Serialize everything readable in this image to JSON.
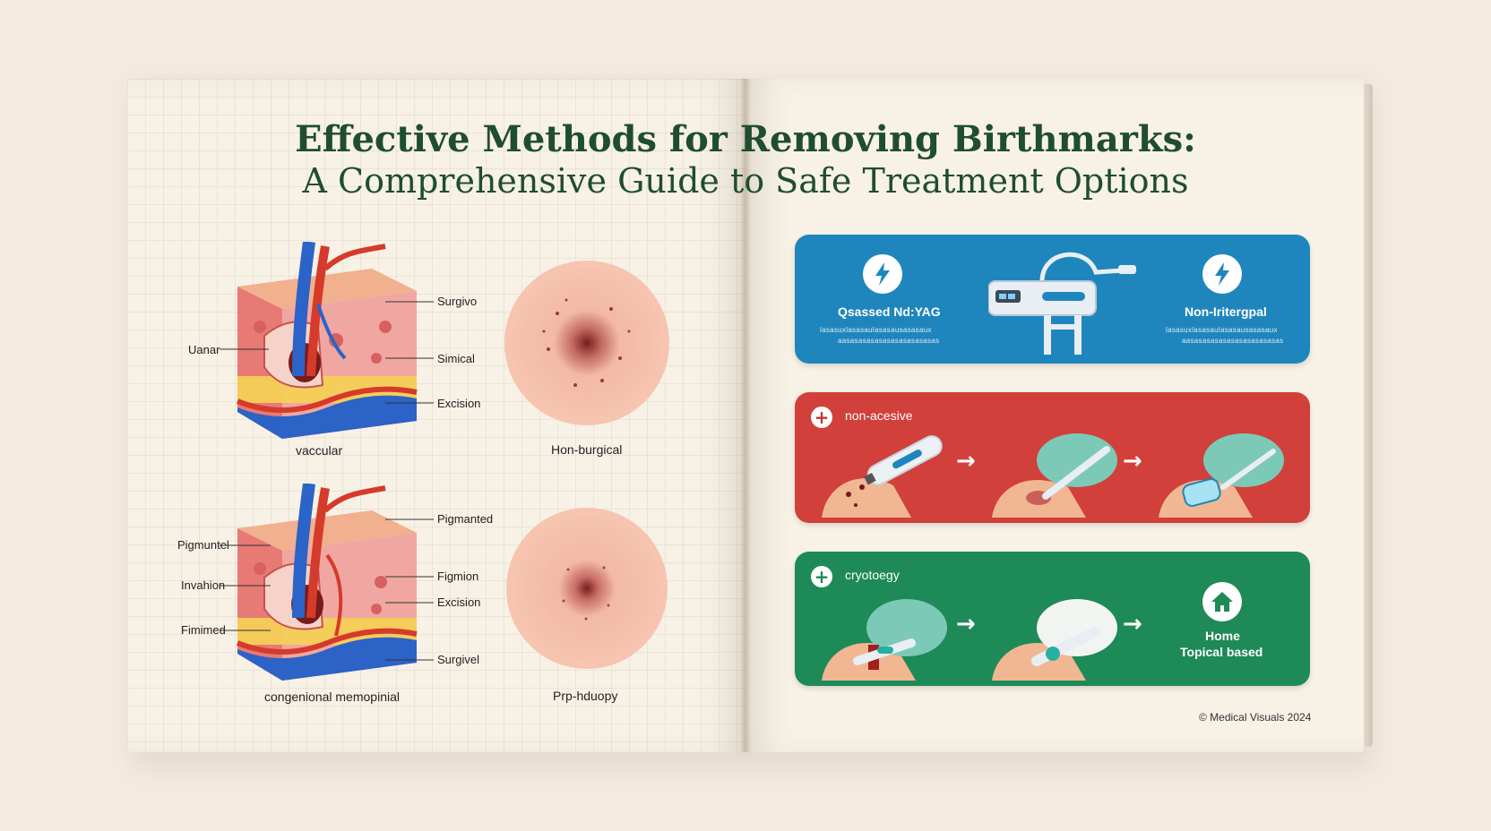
{
  "title": {
    "line1": "Effective Methods for Removing Birthmarks:",
    "line2": "A Comprehensive Guide to Safe Treatment Options"
  },
  "left_page": {
    "diagram_top": {
      "labels_right": [
        "Surgivo",
        "Simical",
        "Excision"
      ],
      "label_left": "Uanar",
      "caption": "vaccular"
    },
    "circle_top": {
      "caption": "Hon-burgical"
    },
    "diagram_bottom": {
      "labels_right": [
        "Pigmanted",
        "Figmion",
        "Excision",
        "Surgivel"
      ],
      "labels_left": [
        "Pigmuntel",
        "Invahion",
        "Fimimed"
      ],
      "caption": "congenional memopinial"
    },
    "circle_bottom": {
      "caption": "Prp-hduopy"
    }
  },
  "right_page": {
    "laser_panel": {
      "left_label": "Qsassed Nd:YAG",
      "right_label": "Non-Iritergpal",
      "fine_print_left": [
        "lasasuxlasasaulasasausasasaux",
        "aasasasasasasasasasasasas"
      ],
      "fine_print_right": [
        "lasasuxlasasaulasasausasasaux",
        "aasasasasasasasasasasasas"
      ],
      "color": "#1f86bd"
    },
    "surgical_panel": {
      "label": "non-acesive",
      "color": "#d1403a"
    },
    "cryo_panel": {
      "label": "cryotoegy",
      "end_label_1": "Home",
      "end_label_2": "Topical based",
      "color": "#1e8a57"
    }
  },
  "footer": "© Medical Visuals 2024",
  "icons": [
    "lightning-icon",
    "plus-icon",
    "home-icon",
    "laser-device-icon"
  ]
}
